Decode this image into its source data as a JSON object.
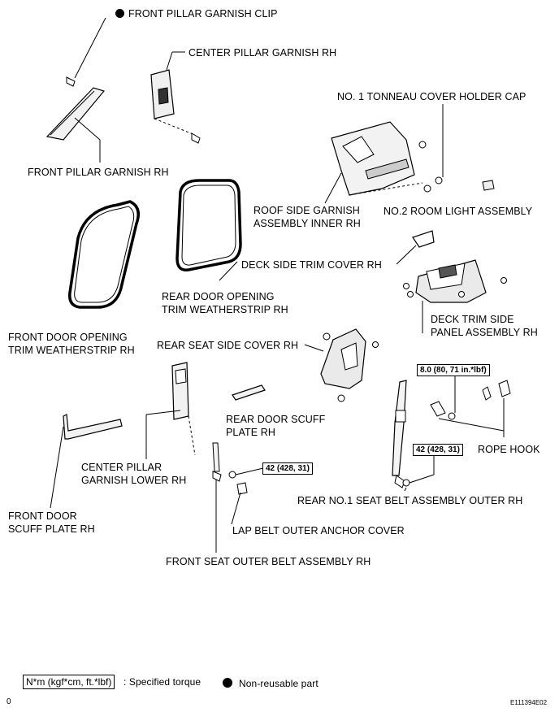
{
  "labels": {
    "front_pillar_garnish_clip": "FRONT PILLAR GARNISH CLIP",
    "center_pillar_garnish_rh": "CENTER PILLAR GARNISH RH",
    "no1_tonneau_cover_holder_cap": "NO. 1 TONNEAU COVER HOLDER CAP",
    "front_pillar_garnish_rh": "FRONT PILLAR GARNISH RH",
    "roof_side_garnish_line1": "ROOF SIDE GARNISH",
    "roof_side_garnish_line2": "ASSEMBLY INNER RH",
    "no2_room_light_assembly": "NO.2 ROOM LIGHT ASSEMBLY",
    "deck_side_trim_cover_rh": "DECK SIDE TRIM COVER RH",
    "rear_door_opening_line1": "REAR DOOR OPENING",
    "rear_door_opening_line2": "TRIM WEATHERSTRIP RH",
    "deck_trim_side_line1": "DECK TRIM SIDE",
    "deck_trim_side_line2": "PANEL ASSEMBLY RH",
    "front_door_opening_line1": "FRONT DOOR OPENING",
    "front_door_opening_line2": "TRIM WEATHERSTRIP RH",
    "rear_seat_side_cover_rh": "REAR SEAT SIDE COVER RH",
    "rear_door_scuff_line1": "REAR DOOR SCUFF",
    "rear_door_scuff_line2": "PLATE RH",
    "rope_hook": "ROPE HOOK",
    "center_pillar_lower_line1": "CENTER PILLAR",
    "center_pillar_lower_line2": "GARNISH LOWER RH",
    "rear_no1_seat_belt": "REAR NO.1 SEAT BELT ASSEMBLY OUTER RH",
    "front_door_scuff_line1": "FRONT DOOR",
    "front_door_scuff_line2": "SCUFF PLATE RH",
    "lap_belt_outer_anchor_cover": "LAP BELT OUTER ANCHOR COVER",
    "front_seat_outer_belt": "FRONT SEAT OUTER BELT ASSEMBLY RH"
  },
  "torques": {
    "deck_rope_hook": "8.0 (80, 71 in.*lbf)",
    "rear_belt_anchor": "42 (428, 31)",
    "front_belt_anchor": "42 (428, 31)"
  },
  "legend": {
    "torque_unit": "N*m (kgf*cm, ft.*lbf)",
    "torque_desc": ": Specified torque",
    "non_reusable": "Non-reusable part"
  },
  "footer": {
    "page_mark": "0",
    "figure_id": "E111394E02"
  }
}
